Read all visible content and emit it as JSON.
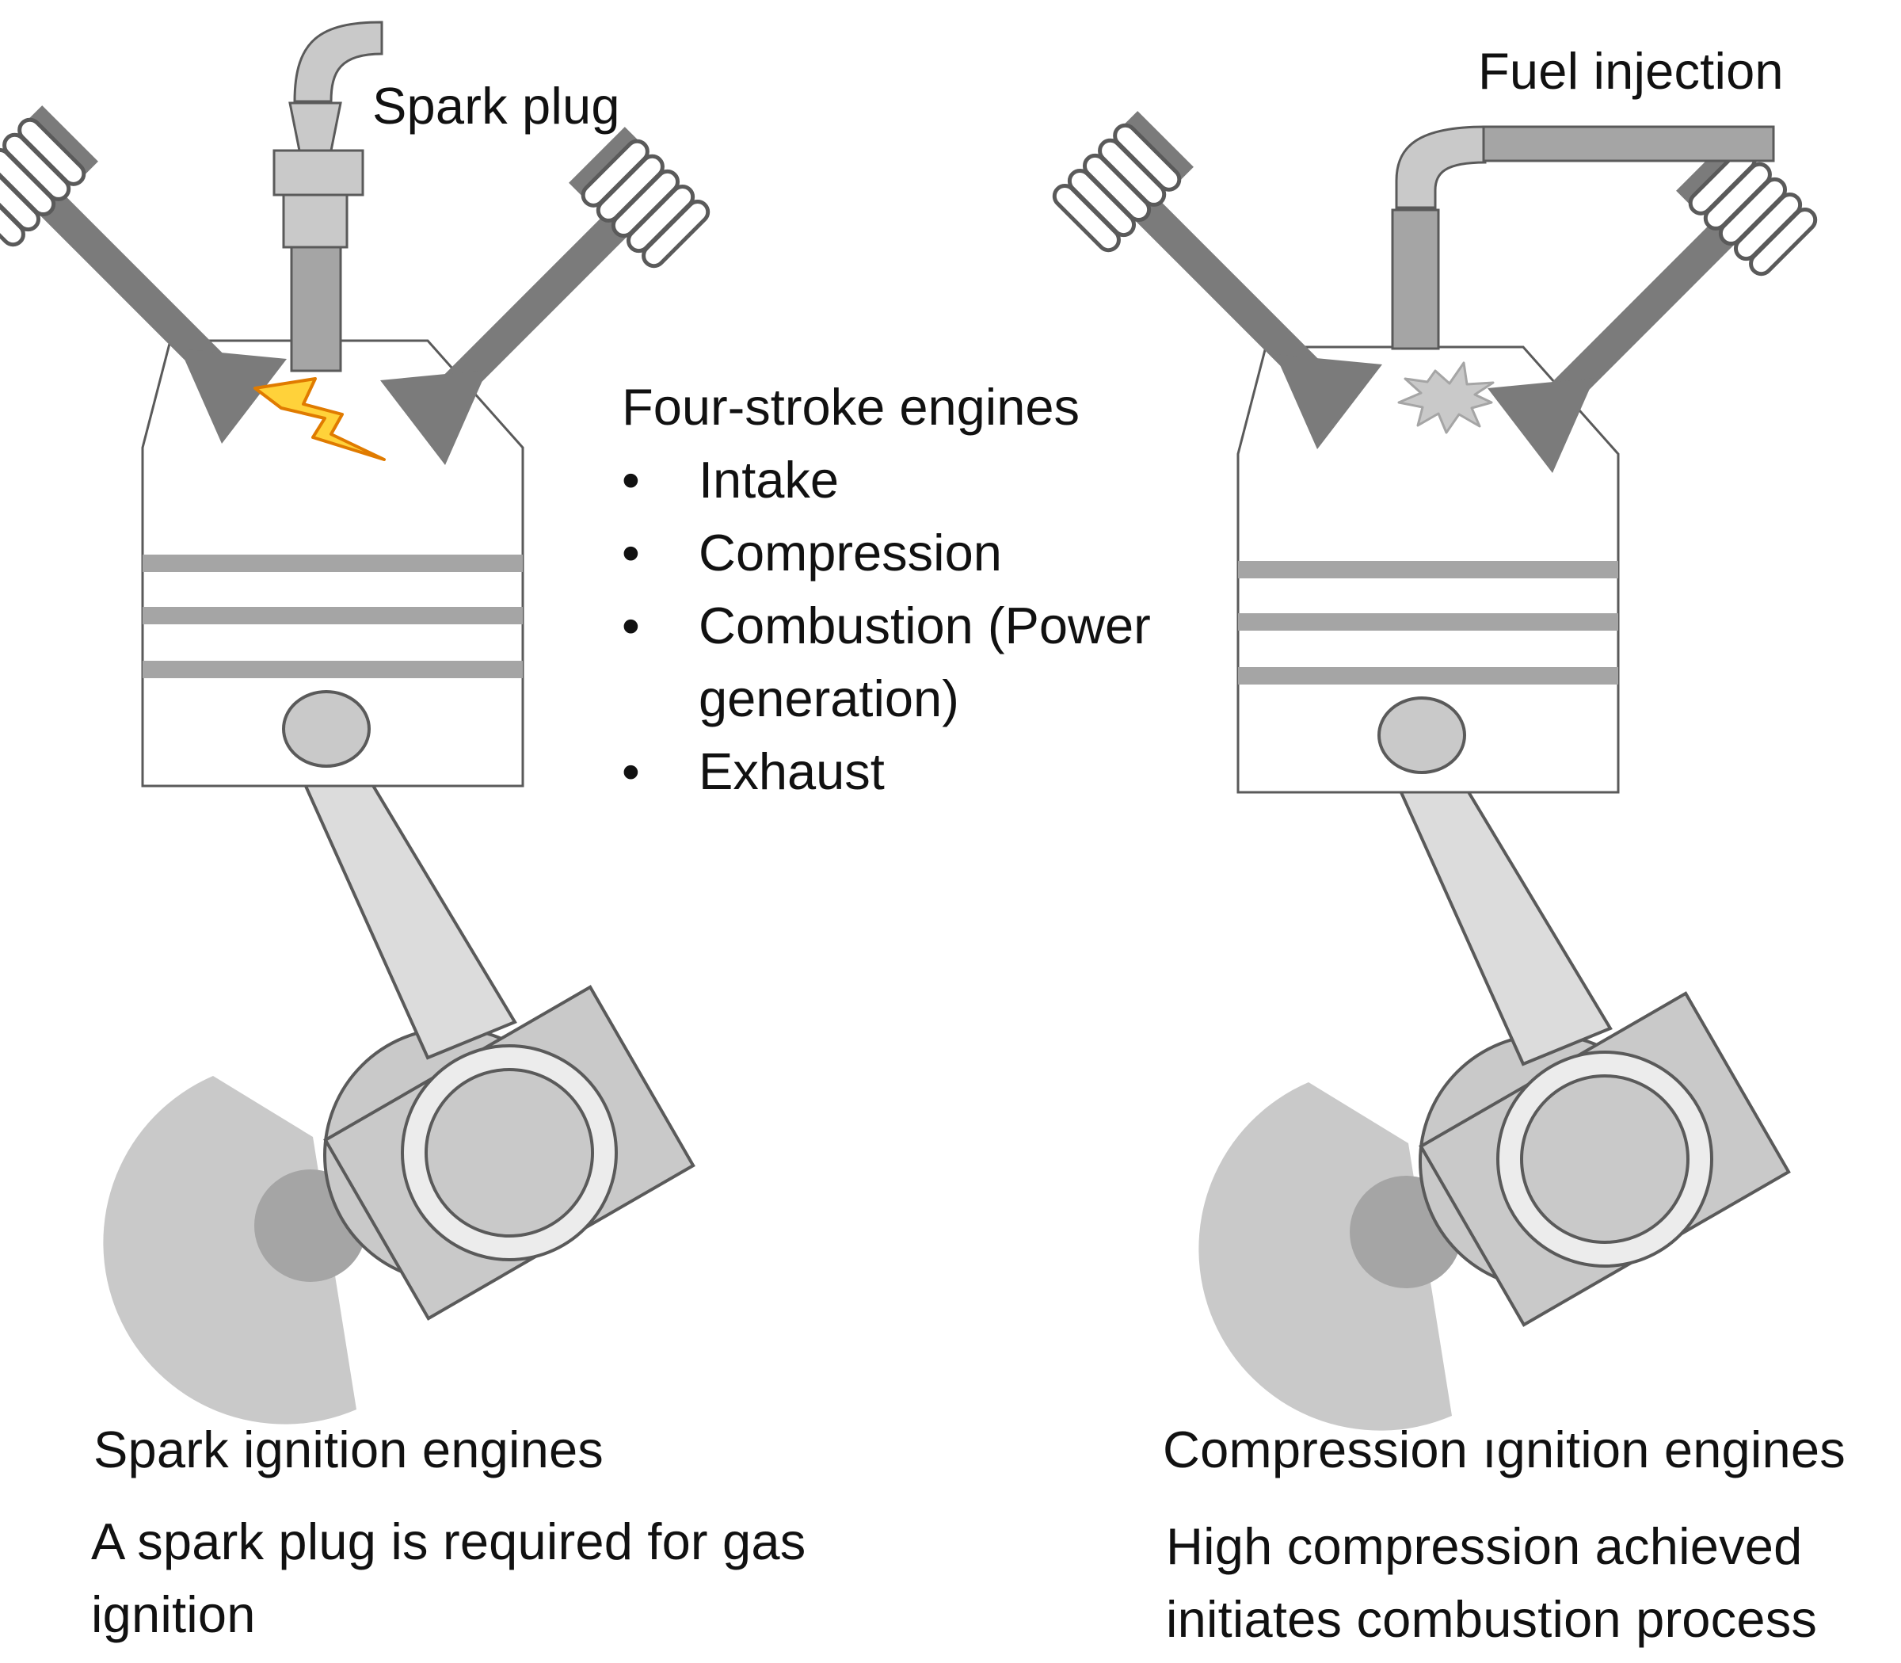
{
  "colors": {
    "part_dark": "#7b7b7b",
    "part_mid": "#a5a5a5",
    "part_light": "#c9c9c9",
    "part_lighter": "#dcdcdc",
    "outline": "#5a5a5a",
    "spark_fill": "#ffd23a",
    "spark_stroke": "#e07b00"
  },
  "icons": {
    "spark": "lightning-bolt-icon",
    "combustion": "explosion-burst-icon"
  },
  "labels": {
    "spark_plug": "Spark plug",
    "fuel_injection": "Fuel injection"
  },
  "strokes": {
    "heading": "Four-stroke engines",
    "items": [
      "Intake",
      "Compression",
      "Combustion (Power generation)",
      "Exhaust"
    ]
  },
  "left_engine": {
    "title": "Spark ignition engines",
    "description": "A spark plug is required for gas ignition"
  },
  "right_engine": {
    "title": "Compression ıgnition engines",
    "description": "High compression achieved initiates combustion process"
  }
}
